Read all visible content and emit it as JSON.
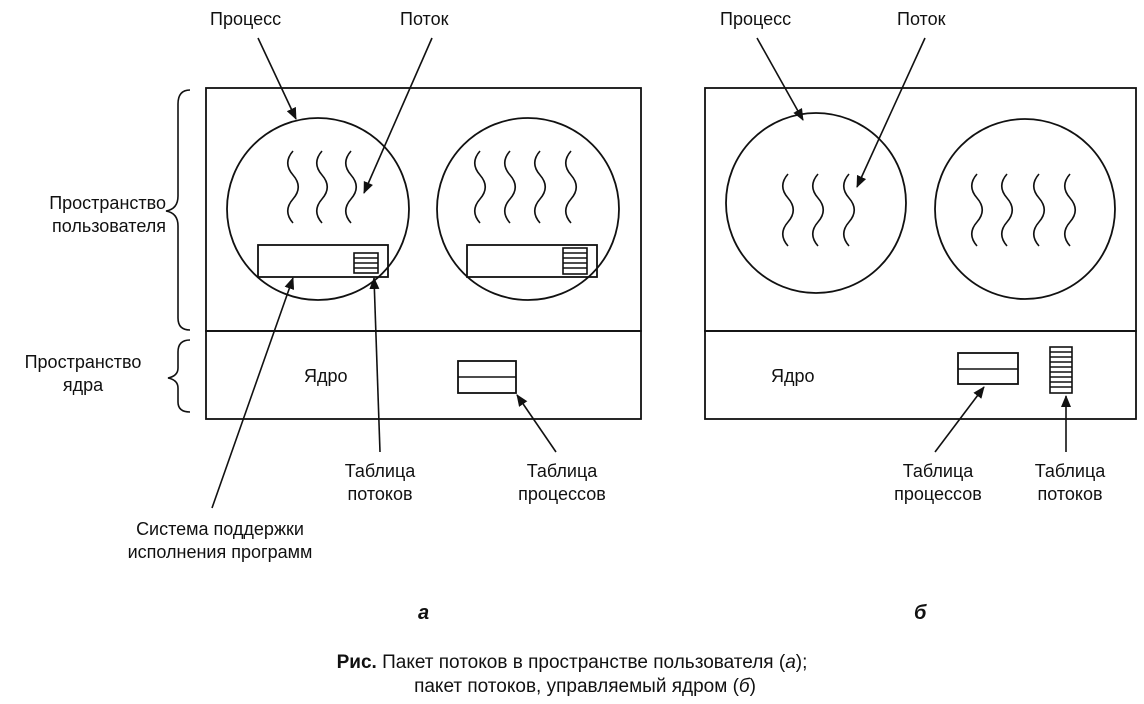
{
  "labels": {
    "process": "Процесс",
    "thread": "Поток",
    "user_space": [
      "Пространство",
      "пользователя"
    ],
    "kernel_space": [
      "Пространство",
      "ядра"
    ],
    "kernel": "Ядро",
    "thread_table": [
      "Таблица",
      "потоков"
    ],
    "process_table": [
      "Таблица",
      "процессов"
    ],
    "runtime_system": [
      "Система поддержки",
      "исполнения программ"
    ]
  },
  "sublabels": {
    "a": "а",
    "b": "б"
  },
  "caption": {
    "prefix": "Рис.",
    "line1_text": " Пакет потоков в пространстве пользователя (",
    "line1_letter": "а",
    "line1_end": ");",
    "line2_text": "пакет потоков, управляемый ядром (",
    "line2_letter": "б",
    "line2_end": ")"
  }
}
